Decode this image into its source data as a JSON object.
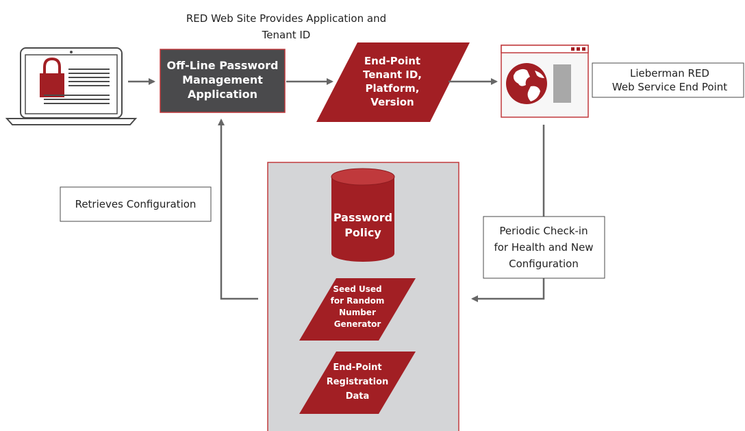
{
  "colors": {
    "accent_red": "#A21F24",
    "dark_red": "#8E1B1F",
    "app_box": "#4A4A4C",
    "panel_gray": "#D4D5D7",
    "border_red": "#C0393C",
    "arrow_gray": "#666666",
    "text_dark": "#222222",
    "text_light": "#FFFFFF"
  },
  "icons": {
    "laptop": "laptop-padlock-icon",
    "web_service": "browser-globe-icon",
    "policy_db": "database-cylinder-icon"
  },
  "labels": {
    "top_caption": [
      "RED Web Site Provides Application and",
      "Tenant ID"
    ],
    "app_box": [
      "Off-Line Password",
      "Management",
      "Application"
    ],
    "endpoint": [
      "End-Point",
      "Tenant ID,",
      "Platform,",
      "Version"
    ],
    "lieberman": [
      "Lieberman RED",
      "Web Service End Point"
    ],
    "retrieves": "Retrieves Configuration",
    "periodic": [
      "Periodic Check-in",
      "for Health and New",
      "Configuration"
    ],
    "password_policy": [
      "Password",
      "Policy"
    ],
    "seed": [
      "Seed Used",
      "for Random",
      "Number",
      "Generator"
    ],
    "registration": [
      "End-Point",
      "Registration",
      "Data"
    ]
  }
}
